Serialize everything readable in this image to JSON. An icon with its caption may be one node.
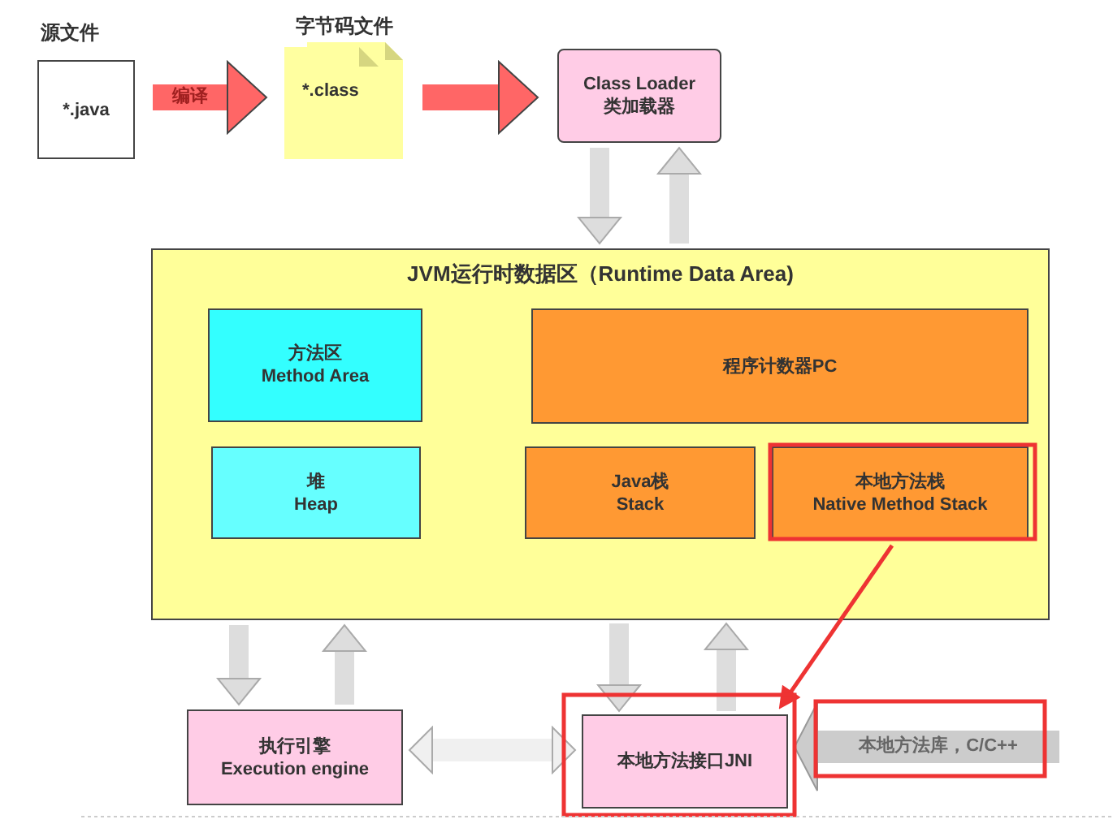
{
  "diagram": {
    "nodes": [
      {
        "text": [
          "源文件",
          "*.java"
        ]
      },
      {
        "text": [
          "字节码文件",
          "*.class"
        ]
      },
      {
        "text": [
          "Class Loader",
          "类加载器"
        ]
      },
      {
        "text": [
          "JVM运行时数据区（Runtime Data Area)"
        ]
      },
      {
        "text": [
          "方法区",
          "Method Area"
        ],
        "in": 3
      },
      {
        "text": [
          "程序计数器PC"
        ],
        "in": 3
      },
      {
        "text": [
          "堆",
          "Heap"
        ],
        "in": 3
      },
      {
        "text": [
          "Java栈",
          "Stack"
        ],
        "in": 3
      },
      {
        "text": [
          "本地方法栈",
          "Native Method Stack"
        ],
        "in": 3
      },
      {
        "text": [
          "执行引擎",
          "Execution engine"
        ]
      },
      {
        "text": [
          "本地方法接口JNI"
        ]
      }
    ],
    "edges": [
      {
        "from": 0,
        "to": 1,
        "arrow": "to",
        "label": "编译",
        "color": "#ff6666"
      },
      {
        "from": 1,
        "to": 2,
        "arrow": "to",
        "color": "#ff6666"
      },
      {
        "from": 2,
        "to": 3,
        "arrow": "to"
      },
      {
        "from": 3,
        "to": 2,
        "arrow": "to"
      },
      {
        "from": 3,
        "to": 9,
        "arrow": "to"
      },
      {
        "from": 9,
        "to": 3,
        "arrow": "to"
      },
      {
        "from": 3,
        "to": 10,
        "arrow": "to"
      },
      {
        "from": 10,
        "to": 3,
        "arrow": "to"
      },
      {
        "from": 9,
        "to": 10,
        "arrow": "both"
      },
      {
        "from": 8,
        "to": 10,
        "arrow": "to",
        "color": "#ee3333"
      },
      {
        "from": null,
        "to": 10,
        "arrow": "to",
        "label": "本地方法库，C/C++",
        "color": "#cccccc"
      }
    ]
  }
}
